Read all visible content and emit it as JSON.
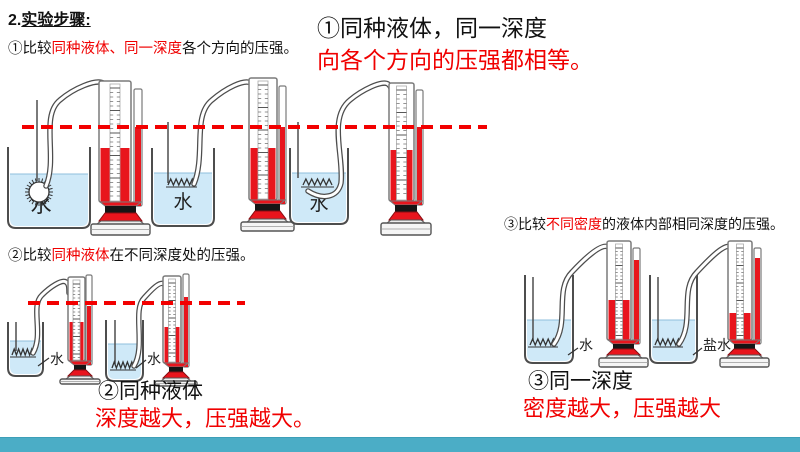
{
  "colors": {
    "text_red": "#f00000",
    "dashed_line_red": "#f20000",
    "gauge_liquid_red": "#e8151d",
    "water_blue": "#cfe9f8",
    "bottom_bar_teal": "#4badc6"
  },
  "header": {
    "number": "2.",
    "title": "实验步骤:"
  },
  "steps": {
    "step1": {
      "prefix": "①比较",
      "highlight": "同种液体、同一深度",
      "suffix": "各个方向的压强。"
    },
    "step2": {
      "prefix": "②比较",
      "highlight": "同种液体",
      "suffix": "在不同深度处的压强。"
    },
    "step3": {
      "prefix": "③比较",
      "highlight": "不同密度",
      "suffix": "的液体内部相同深度的压强。"
    }
  },
  "conclusions": {
    "c1": {
      "line1": "①同种液体，同一深度",
      "line2": "向各个方向的压强都相等。"
    },
    "c2": {
      "line1": "②同种液体",
      "line2": "深度越大，压强越大。"
    },
    "c3": {
      "line1": "③同一深度",
      "line2": "密度越大，压强越大"
    }
  },
  "diagram": {
    "beaker_labels": [
      "水",
      "水",
      "水",
      "水",
      "水",
      "水",
      "盐水"
    ]
  }
}
